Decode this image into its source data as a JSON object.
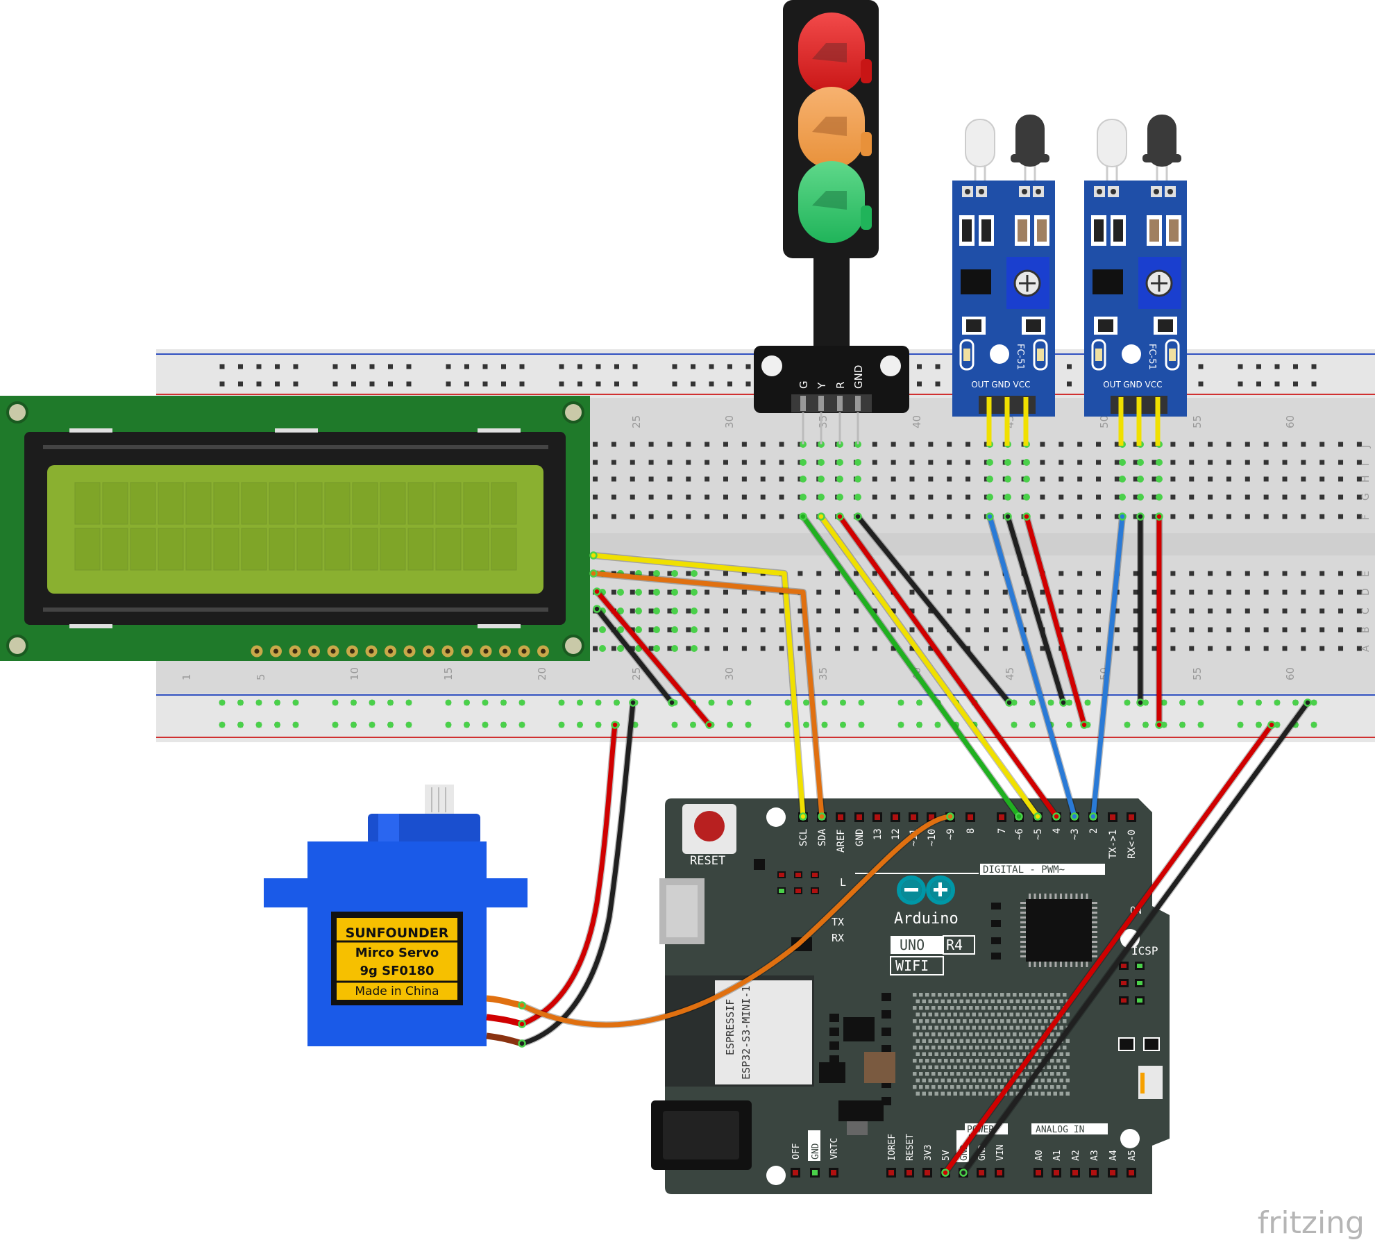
{
  "traffic_light": {
    "pins": [
      "G",
      "Y",
      "R",
      "GND"
    ]
  },
  "ir_sensor_1": {
    "model": "FC-51",
    "pins": [
      "OUT",
      "GND",
      "VCC"
    ]
  },
  "ir_sensor_2": {
    "model": "FC-51",
    "pins": [
      "OUT",
      "GND",
      "VCC"
    ]
  },
  "breadboard": {
    "column_numbers": [
      "1",
      "5",
      "10",
      "15",
      "20",
      "25",
      "30",
      "35",
      "40",
      "45",
      "50",
      "55",
      "60"
    ],
    "row_letters_top": [
      "J",
      "I",
      "H",
      "G",
      "F"
    ],
    "row_letters_bottom": [
      "E",
      "D",
      "C",
      "B",
      "A"
    ]
  },
  "servo": {
    "brand": "SUNFOUNDER",
    "line1": "Mirco Servo",
    "line2": "9g SF0180",
    "line3": "Made in China"
  },
  "arduino": {
    "reset_label": "RESET",
    "digital_pins": [
      "SCL",
      "SDA",
      "AREF",
      "GND",
      "13",
      "12",
      "~11",
      "~10",
      "~9",
      "8",
      "7",
      "~6",
      "~5",
      "4",
      "~3",
      "2",
      "TX->1",
      "RX<-0"
    ],
    "digital_title": "DIGITAL - PWM~",
    "brand": "Arduino",
    "model": "UNO",
    "revision": "R4",
    "variant": "WIFI",
    "module_maker": "ESPRESSIF",
    "module_name": "ESP32-S3-MINI-1",
    "icsp_label": "ICSP",
    "l_label": "L",
    "tx_label": "TX",
    "rx_label": "RX",
    "power_title": "POWER",
    "power_pins": [
      "IOREF",
      "RESET",
      "3V3",
      "5V",
      "GND",
      "GND",
      "VIN"
    ],
    "analog_title": "ANALOG IN",
    "analog_pins": [
      "A0",
      "A1",
      "A2",
      "A3",
      "A4",
      "A5"
    ],
    "left_pins": [
      "OFF",
      "GND",
      "VRTC"
    ],
    "on_label": "ON"
  },
  "watermark": "fritzing",
  "colors": {
    "wire_yellow": "#f0e000",
    "wire_orange": "#e07010",
    "wire_red": "#d00000",
    "wire_black": "#202020",
    "wire_green": "#20b020",
    "wire_blue": "#2a7ad6",
    "pcb_green": "#1f7a2a",
    "lcd_screen": "#8ab030",
    "sensor_blue": "#1f4fa8",
    "servo_blue": "#1a5ae8",
    "arduino_board": "#3a4540"
  }
}
